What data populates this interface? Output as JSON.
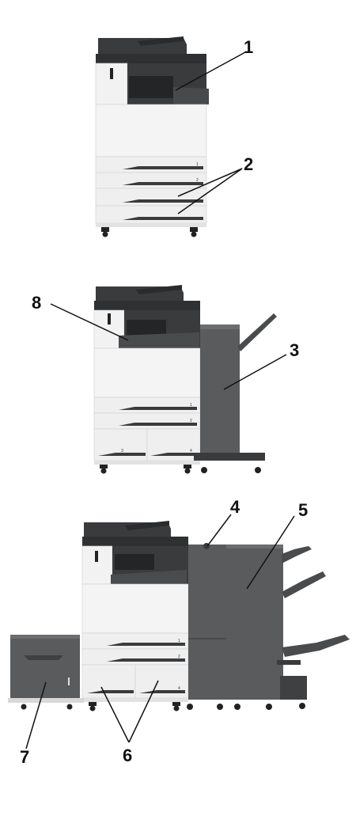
{
  "callouts": {
    "c1": "1",
    "c2": "2",
    "c3": "3",
    "c4": "4",
    "c5": "5",
    "c6": "6",
    "c7": "7",
    "c8": "8"
  },
  "tray_labels": {
    "t1": "1",
    "t2": "2",
    "t3": "3",
    "t4": "4"
  },
  "colors": {
    "body_dark": "#3a3b3d",
    "body_light": "#f2f2f2",
    "tray_face": "#efefef",
    "finisher": "#5a5b5d",
    "leader": "#111111"
  }
}
